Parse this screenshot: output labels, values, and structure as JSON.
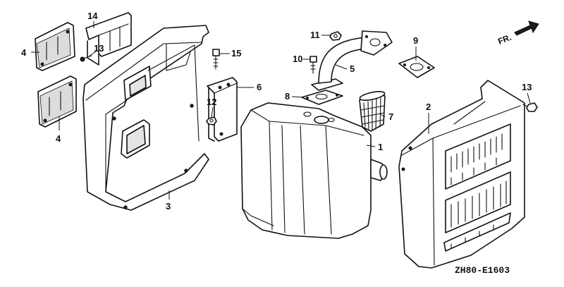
{
  "diagram_code": "ZH80-E1603",
  "direction_label": "FR.",
  "callouts": [
    "1",
    "2",
    "3",
    "4",
    "4",
    "5",
    "6",
    "7",
    "8",
    "9",
    "10",
    "11",
    "12",
    "13",
    "13",
    "14",
    "15"
  ],
  "parts": [
    {
      "ref": "1",
      "icon": "muffler"
    },
    {
      "ref": "2",
      "icon": "muffler-protector"
    },
    {
      "ref": "3",
      "icon": "muffler-cover"
    },
    {
      "ref": "4",
      "icon": "heat-insulator-plate"
    },
    {
      "ref": "5",
      "icon": "exhaust-pipe"
    },
    {
      "ref": "6",
      "icon": "muffler-stay"
    },
    {
      "ref": "7",
      "icon": "spark-arrester-screen"
    },
    {
      "ref": "8",
      "icon": "gasket"
    },
    {
      "ref": "9",
      "icon": "gasket"
    },
    {
      "ref": "10",
      "icon": "bolt"
    },
    {
      "ref": "11",
      "icon": "nut"
    },
    {
      "ref": "12",
      "icon": "nut"
    },
    {
      "ref": "13",
      "icon": "screw"
    },
    {
      "ref": "14",
      "icon": "bracket"
    },
    {
      "ref": "15",
      "icon": "bolt"
    }
  ]
}
